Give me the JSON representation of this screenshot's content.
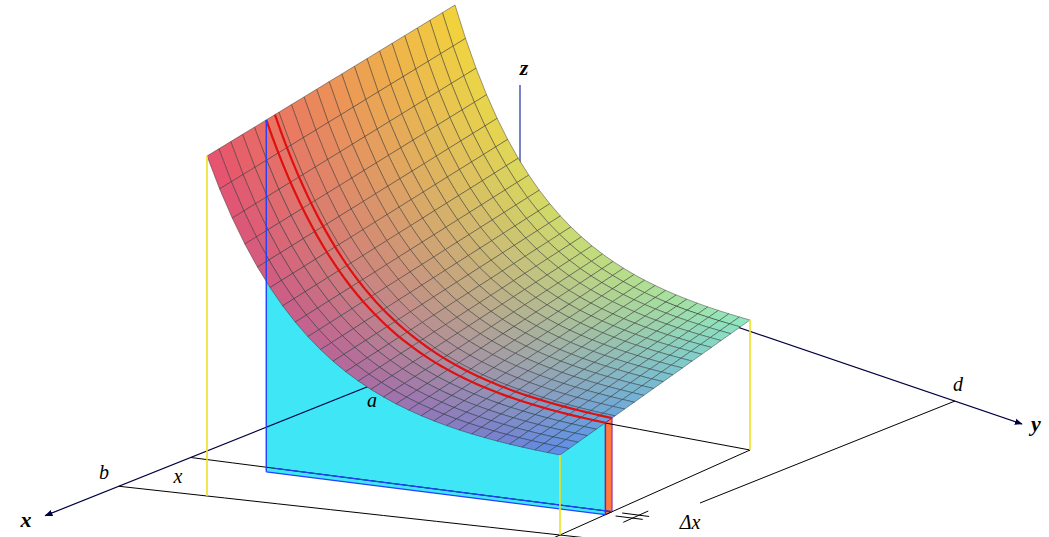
{
  "diagram": {
    "labels": [
      "z",
      "a",
      "x",
      "b",
      "x",
      "d",
      "y",
      "Δx"
    ]
  }
}
